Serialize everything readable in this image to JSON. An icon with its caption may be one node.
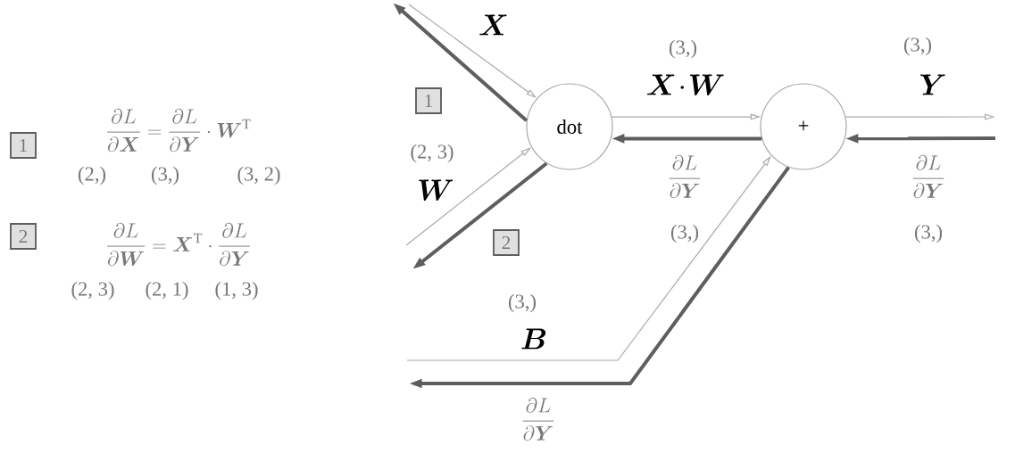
{
  "diagram": {
    "nodes": [
      {
        "text": [
          "dot"
        ]
      },
      {
        "text": [
          "+"
        ]
      },
      {
        "text": [
          "1"
        ]
      },
      {
        "text": [
          "2"
        ]
      },
      {
        "text": [
          "1"
        ]
      },
      {
        "text": [
          "2"
        ]
      }
    ],
    "edges": [
      {
        "from": null,
        "to": 0,
        "arrow": "to",
        "label": "\\boldsymbol{X}"
      },
      {
        "from": 0,
        "to": null,
        "arrow": "to",
        "style": "thick"
      },
      {
        "from": null,
        "to": 0,
        "arrow": "to",
        "label": "\\boldsymbol{W}"
      },
      {
        "from": 0,
        "to": null,
        "arrow": "to",
        "style": "thick"
      },
      {
        "from": 0,
        "to": 1,
        "arrow": "to",
        "label": "\\boldsymbol{X}\\!\\cdot\\!\\boldsymbol{W}"
      },
      {
        "from": 1,
        "to": 0,
        "arrow": "to",
        "style": "thick",
        "label": "\\frac{\\partial L}{\\partial \\boldsymbol{Y}}"
      },
      {
        "from": 1,
        "to": null,
        "arrow": "to",
        "label": "\\boldsymbol{Y}"
      },
      {
        "from": null,
        "to": 1,
        "arrow": "to",
        "style": "thick",
        "label": "\\frac{\\partial L}{\\partial \\boldsymbol{Y}}"
      },
      {
        "from": null,
        "to": 1,
        "arrow": "to",
        "label": "\\boldsymbol{B}"
      },
      {
        "from": 1,
        "to": null,
        "arrow": "to",
        "style": "thick",
        "label": "\\frac{\\partial L}{\\partial \\boldsymbol{Y}}"
      }
    ],
    "labels": [
      "\\frac{\\partial L}{\\partial \\boldsymbol{X}} = \\frac{\\partial L}{\\partial \\boldsymbol{Y}} \\cdot \\boldsymbol{W}^{\\mathrm{T}}",
      "(2,)",
      "(3,)",
      "(3, 2)",
      "\\frac{\\partial L}{\\partial \\boldsymbol{W}} = \\boldsymbol{X}^{\\mathrm{T}} \\cdot \\frac{\\partial L}{\\partial \\boldsymbol{Y}}",
      "(2, 3)",
      "(2, 1)",
      "(1, 3)",
      "(2, 3)",
      "(3,)",
      "(3,)",
      "(3,)",
      "(3,)",
      "(3,)"
    ]
  }
}
